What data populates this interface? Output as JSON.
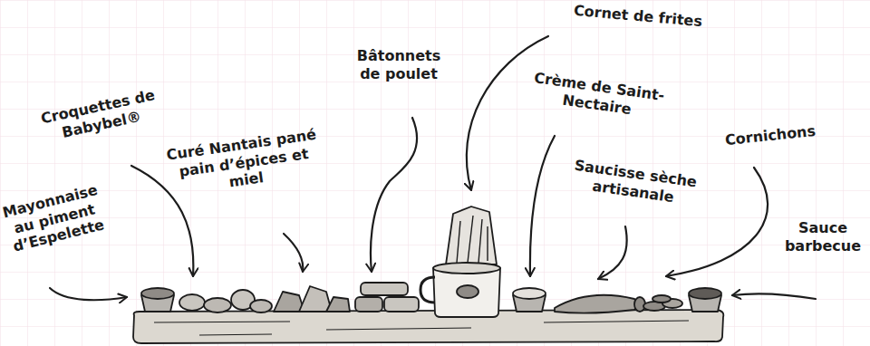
{
  "diagram": {
    "labels": [
      "Mayonnaise au piment d’Espelette",
      "Croquettes de Babybel®",
      "Curé Nantais pané pain d’épices et miel",
      "Bâtonnets de poulet",
      "Cornet de frites",
      "Crème de Saint-Nectaire",
      "Saucisse sèche artisanale",
      "Cornichons",
      "Sauce barbecue"
    ]
  }
}
